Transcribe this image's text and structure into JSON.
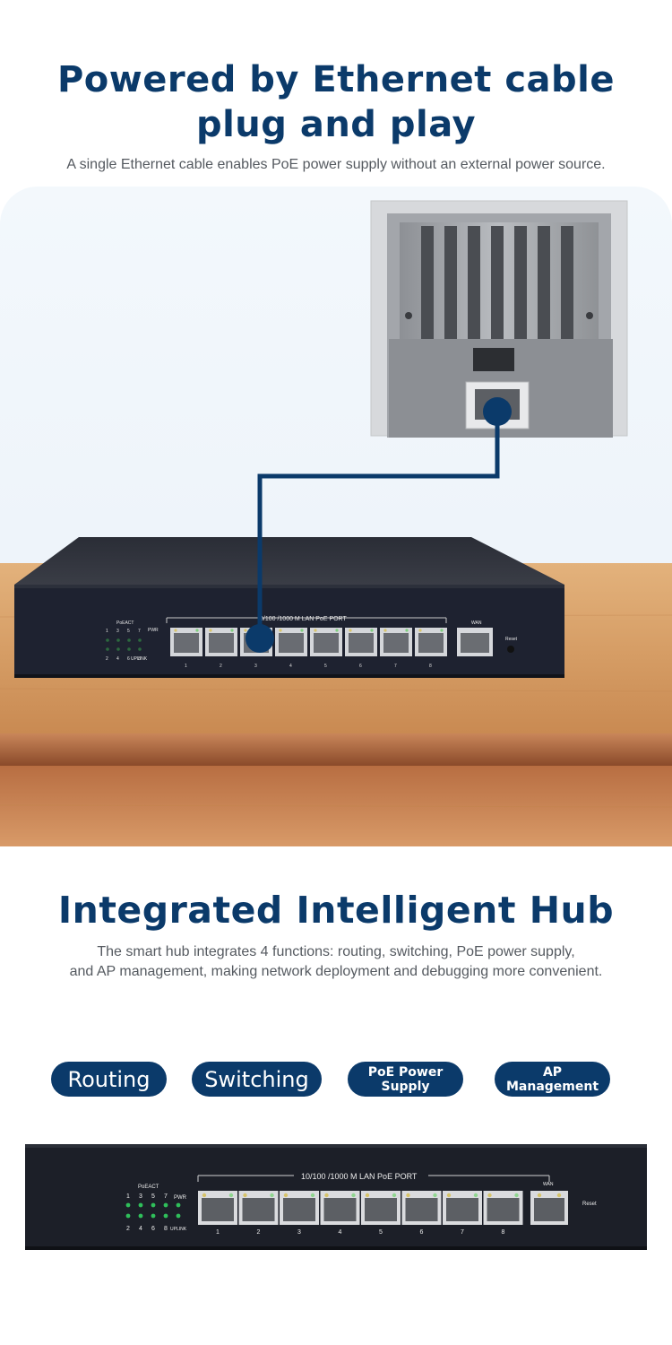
{
  "section1": {
    "title_line1": "Powered by Ethernet cable",
    "title_line2": "plug and play",
    "subtitle": "A single Ethernet cable enables PoE power supply without an external power source."
  },
  "section2": {
    "title": "Integrated Intelligent Hub",
    "subtitle_line1": "The smart hub integrates 4 functions: routing, switching, PoE power supply,",
    "subtitle_line2": "and AP management, making network deployment and debugging more convenient.",
    "features": [
      {
        "label": "Routing"
      },
      {
        "label": "Switching"
      },
      {
        "label": "PoE Power\nSupply"
      },
      {
        "label": "AP\nManagement"
      }
    ]
  },
  "switch_panel": {
    "port_header": "10/100 /1000 M  LAN  PoE  PORT",
    "port_header_scene": "0/100 /1000 M  LAN  PoE  PORT",
    "poe_act": "PoEACT",
    "pwr": "PWR",
    "uplink": "UPLINK",
    "wan": "WAN",
    "reset": "Reset",
    "led_top": [
      "1",
      "3",
      "5",
      "7"
    ],
    "led_bottom": [
      "2",
      "4",
      "6",
      "8"
    ],
    "ports": [
      "1",
      "2",
      "3",
      "4",
      "5",
      "6",
      "7",
      "8"
    ]
  },
  "colors": {
    "brand": "#0b3a6a",
    "wood": "#d7a06b",
    "device": "#1e2230",
    "led": "#2fbf5a"
  }
}
